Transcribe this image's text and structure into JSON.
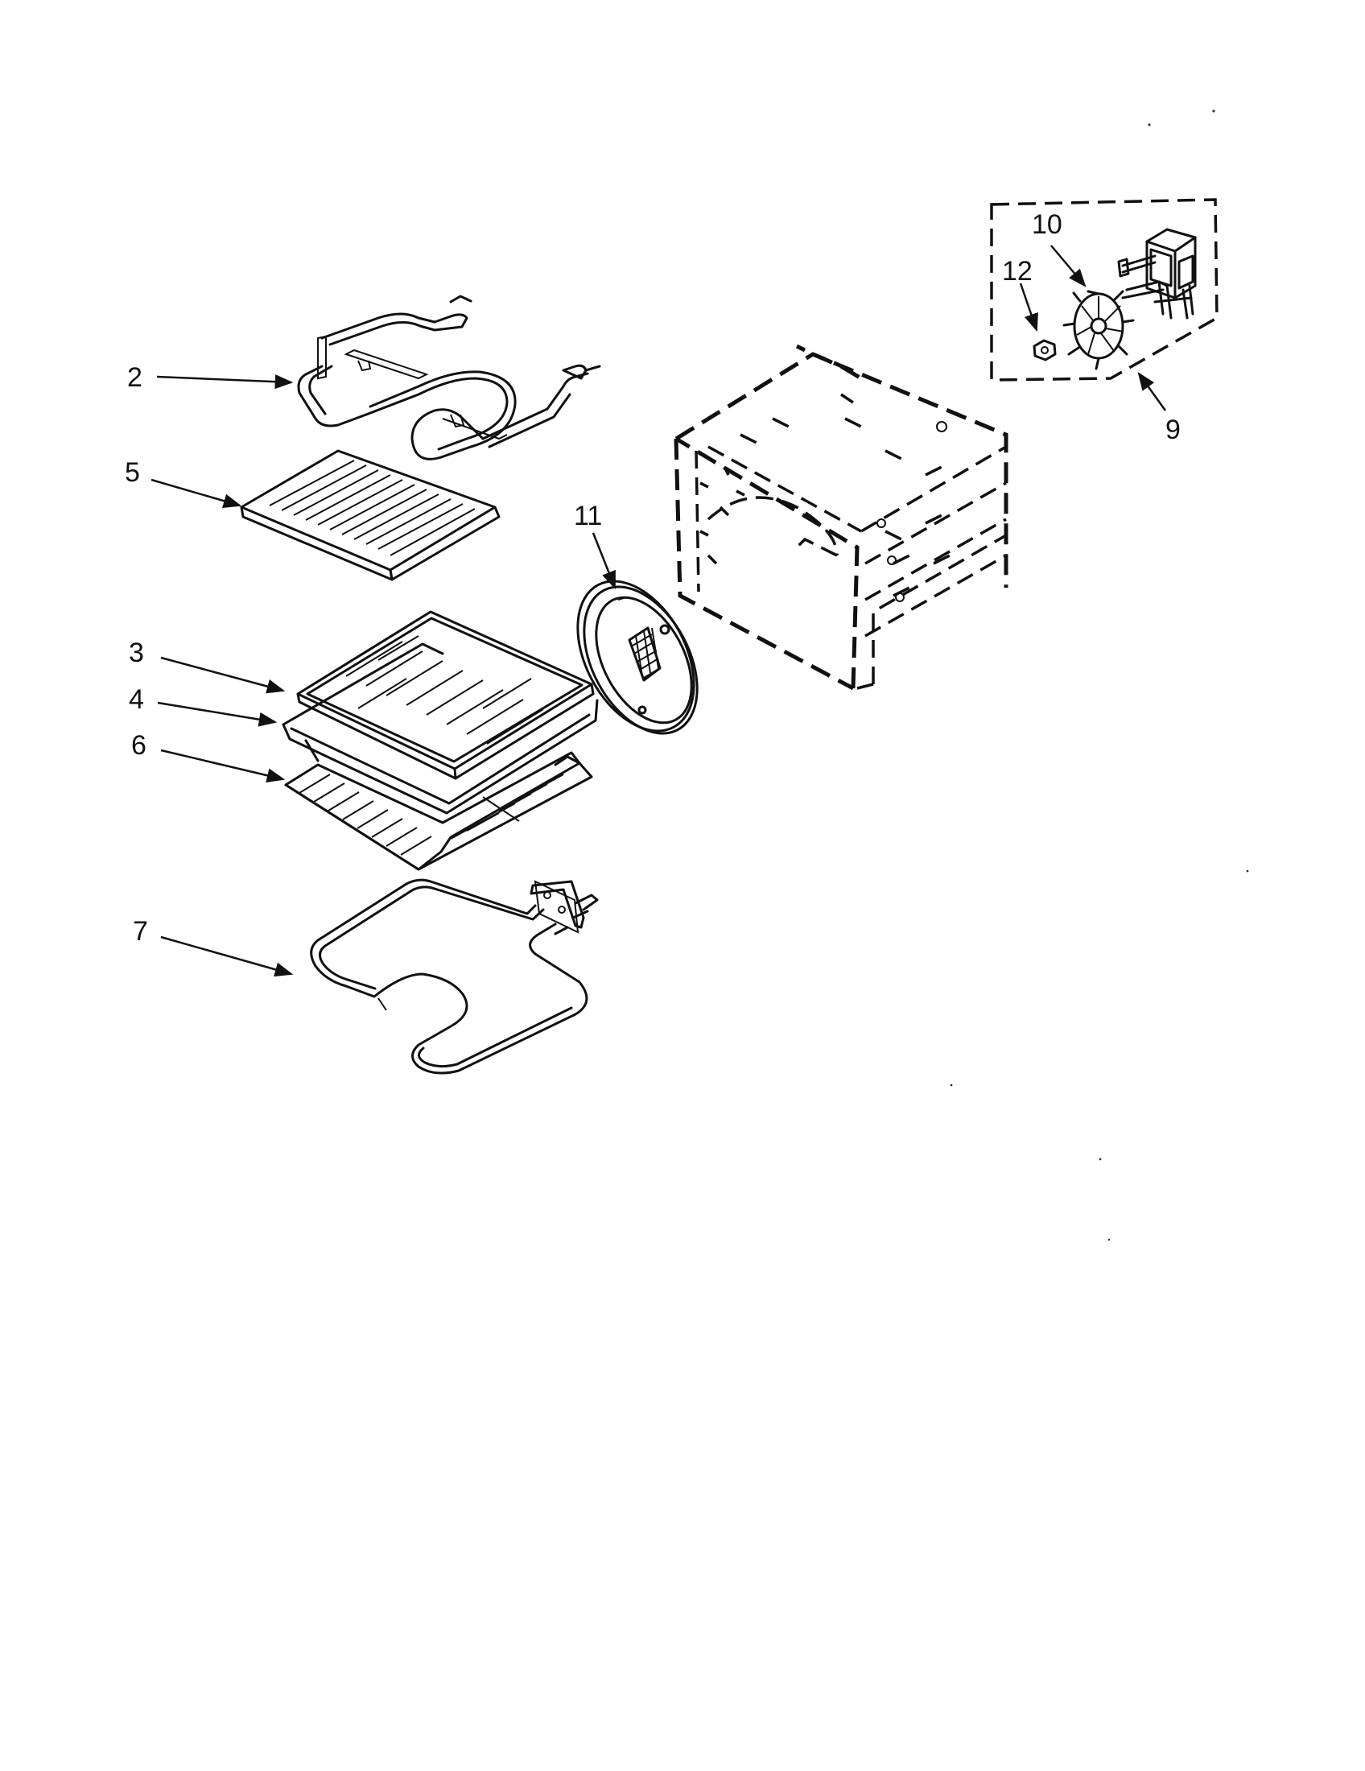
{
  "callouts": [
    {
      "id": "2",
      "label": "2"
    },
    {
      "id": "5",
      "label": "5"
    },
    {
      "id": "3",
      "label": "3"
    },
    {
      "id": "4",
      "label": "4"
    },
    {
      "id": "6",
      "label": "6"
    },
    {
      "id": "7",
      "label": "7"
    },
    {
      "id": "11",
      "label": "11"
    },
    {
      "id": "10",
      "label": "10"
    },
    {
      "id": "12",
      "label": "12"
    },
    {
      "id": "9",
      "label": "9"
    }
  ],
  "colors": {
    "line": "#111111",
    "background": "#ffffff"
  }
}
